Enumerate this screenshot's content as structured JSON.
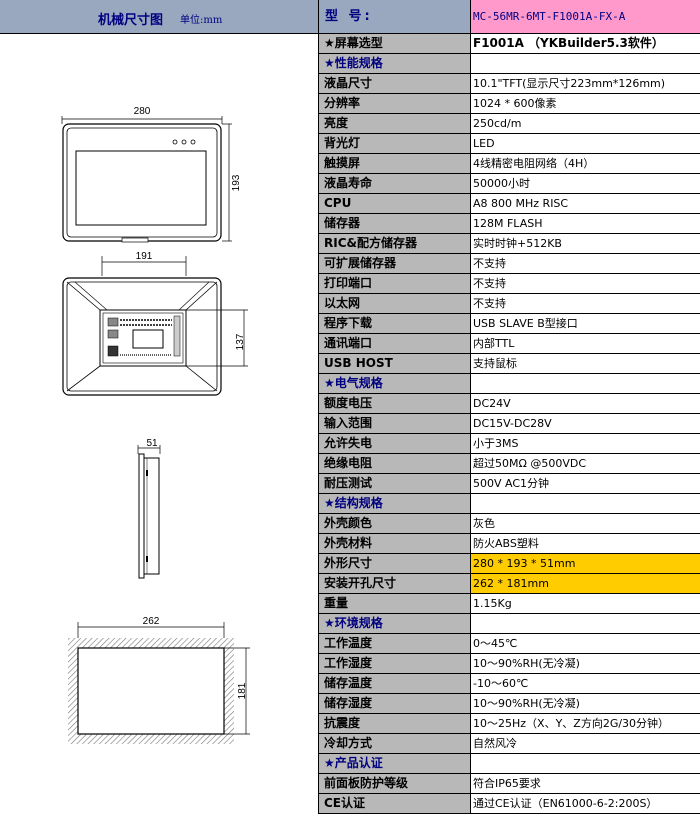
{
  "left": {
    "title": "机械尺寸图",
    "unit": "单位:mm",
    "dims": {
      "front_width": "280",
      "front_height": "193",
      "back_width": "191",
      "back_height": "137",
      "side_depth": "51",
      "cutout_width": "262",
      "cutout_height": "181"
    }
  },
  "model": {
    "label": "型   号:",
    "value": "MC-56MR-6MT-F1001A-FX-A"
  },
  "rows": [
    {
      "label": "★屏幕选型",
      "value": "F1001A （YKBuilder5.3软件）",
      "type": "screen"
    },
    {
      "label": "★性能规格",
      "value": "",
      "type": "section"
    },
    {
      "label": "液晶尺寸",
      "value": "10.1\"TFT(显示尺寸223mm*126mm)"
    },
    {
      "label": "分辨率",
      "value": "1024 * 600像素"
    },
    {
      "label": "亮度",
      "value": "250cd/m"
    },
    {
      "label": "背光灯",
      "value": "LED"
    },
    {
      "label": "触摸屏",
      "value": "4线精密电阻网络（4H）"
    },
    {
      "label": "液晶寿命",
      "value": "50000小时"
    },
    {
      "label": "CPU",
      "value": "A8 800 MHz RISC"
    },
    {
      "label": "储存器",
      "value": "128M FLASH"
    },
    {
      "label": "RIC&配方储存器",
      "value": "实时时钟+512KB"
    },
    {
      "label": "可扩展储存器",
      "value": "不支持"
    },
    {
      "label": "打印端口",
      "value": "不支持"
    },
    {
      "label": "以太网",
      "value": "不支持"
    },
    {
      "label": "程序下载",
      "value": "USB SLAVE B型接口"
    },
    {
      "label": "通讯端口",
      "value": "内部TTL"
    },
    {
      "label": "USB HOST",
      "value": "支持鼠标"
    },
    {
      "label": "★电气规格",
      "value": "",
      "type": "section"
    },
    {
      "label": "额度电压",
      "value": "DC24V"
    },
    {
      "label": "输入范围",
      "value": "DC15V-DC28V"
    },
    {
      "label": "允许失电",
      "value": "小于3MS"
    },
    {
      "label": "绝缘电阻",
      "value": "超过50MΩ @500VDC"
    },
    {
      "label": "耐压测试",
      "value": "500V AC1分钟"
    },
    {
      "label": "★结构规格",
      "value": "",
      "type": "section"
    },
    {
      "label": "外壳颜色",
      "value": "灰色"
    },
    {
      "label": "外壳材料",
      "value": "防火ABS塑料"
    },
    {
      "label": "外形尺寸",
      "value": "280 * 193 * 51mm",
      "type": "hl"
    },
    {
      "label": "安装开孔尺寸",
      "value": "262 * 181mm",
      "type": "hl"
    },
    {
      "label": "重量",
      "value": "1.15Kg"
    },
    {
      "label": "★环境规格",
      "value": "",
      "type": "section"
    },
    {
      "label": "工作温度",
      "value": "0～45℃"
    },
    {
      "label": "工作湿度",
      "value": "10～90%RH(无冷凝)"
    },
    {
      "label": "储存温度",
      "value": "-10～60℃"
    },
    {
      "label": "储存湿度",
      "value": "10～90%RH(无冷凝)"
    },
    {
      "label": "抗震度",
      "value": "10～25Hz（X、Y、Z方向2G/30分钟）"
    },
    {
      "label": "冷却方式",
      "value": "自然风冷"
    },
    {
      "label": "★产品认证",
      "value": "",
      "type": "section"
    },
    {
      "label": "前面板防护等级",
      "value": "符合IP65要求"
    },
    {
      "label": "CE认证",
      "value": "通过CE认证（EN61000-6-2:200S）"
    }
  ]
}
